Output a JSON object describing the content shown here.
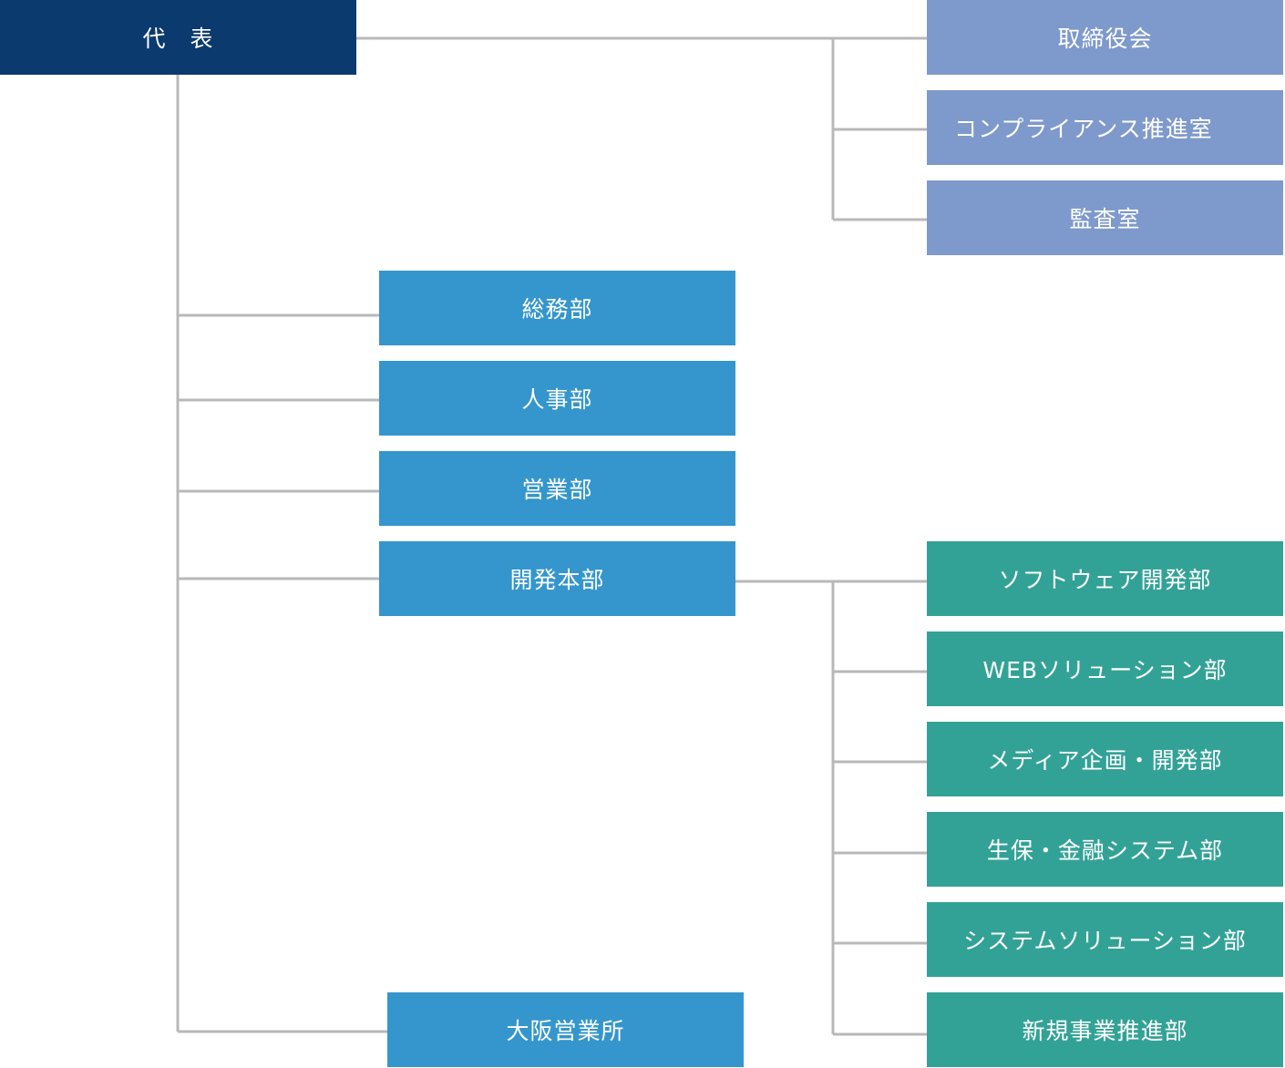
{
  "colors": {
    "top": "#0b3a6e",
    "management": "#7e99cb",
    "departments": "#3496cc",
    "development": "#33a296",
    "connector": "#b8b8b8"
  },
  "org": {
    "top": {
      "label": "代　表"
    },
    "management": [
      {
        "label": "取締役会"
      },
      {
        "label": "コンプライアンス推進室"
      },
      {
        "label": "監査室"
      }
    ],
    "departments": [
      {
        "label": "総務部"
      },
      {
        "label": "人事部"
      },
      {
        "label": "営業部"
      },
      {
        "label": "開発本部"
      },
      {
        "label": "大阪営業所"
      }
    ],
    "development": [
      {
        "label": "ソフトウェア開発部"
      },
      {
        "label": "WEBソリューション部"
      },
      {
        "label": "メディア企画・開発部"
      },
      {
        "label": "生保・金融システム部"
      },
      {
        "label": "システムソリューション部"
      },
      {
        "label": "新規事業推進部"
      }
    ]
  }
}
